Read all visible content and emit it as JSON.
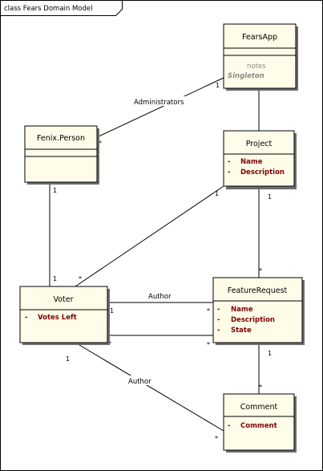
{
  "diagram": {
    "frame_title": "class Fears Domain Model",
    "classes": {
      "fearsapp": {
        "name": "FearsApp",
        "notes": "notes",
        "stereotype": "Singleton"
      },
      "person": {
        "name": "Fenix.Person"
      },
      "project": {
        "name": "Project",
        "attrs": [
          "Name",
          "Description"
        ]
      },
      "voter": {
        "name": "Voter",
        "attrs": [
          "Votes Left"
        ]
      },
      "featurerequest": {
        "name": "FeatureRequest",
        "attrs": [
          "Name",
          "Description",
          "State"
        ]
      },
      "comment": {
        "name": "Comment",
        "attrs": [
          "Comment"
        ]
      }
    },
    "associations": {
      "administrators": {
        "label": "Administrators",
        "end_person": "*",
        "end_app": "1"
      },
      "person_voter": {
        "end_person": "1",
        "end_voter": "1"
      },
      "voter_project": {
        "end_voter": "*",
        "end_project": "1"
      },
      "project_fr": {
        "end_project": "1",
        "end_fr": "*"
      },
      "author_fr": {
        "label": "Author",
        "end_voter": "1",
        "end_fr": "*"
      },
      "voter_fr2": {
        "end_voter": "*",
        "end_fr": "*"
      },
      "fr_comment": {
        "end_fr": "1",
        "end_comment": "*"
      },
      "author_comment": {
        "label": "Author",
        "end_voter": "1",
        "end_comment": "*"
      }
    },
    "colors": {
      "class_fill": "#fffce9",
      "border": "#000000",
      "attr_text": "#800000",
      "note_text": "#8a8a8a"
    },
    "visibility_marker": "-"
  }
}
